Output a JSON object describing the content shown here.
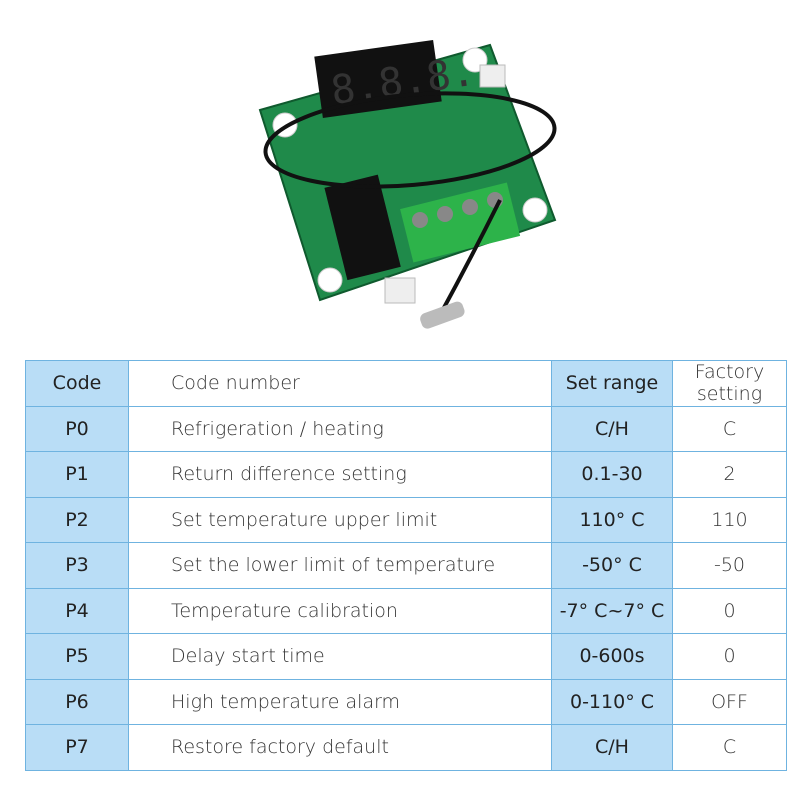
{
  "product_image": {
    "display_digits": "8.8.8.",
    "colors": {
      "pcb": "#1f8a4a",
      "terminal": "#2db34a"
    }
  },
  "table": {
    "header": {
      "code": "Code",
      "description": "Code number",
      "range": "Set range",
      "factory": "Factory setting"
    },
    "rows": [
      {
        "code": "P0",
        "description": "Refrigeration / heating",
        "range": "C/H",
        "factory": "C"
      },
      {
        "code": "P1",
        "description": "Return difference setting",
        "range": "0.1-30",
        "factory": "2"
      },
      {
        "code": "P2",
        "description": "Set temperature upper limit",
        "range": "110° C",
        "factory": "110"
      },
      {
        "code": "P3",
        "description": "Set the lower limit of temperature",
        "range": "-50° C",
        "factory": "-50"
      },
      {
        "code": "P4",
        "description": "Temperature calibration",
        "range": "-7° C~7° C",
        "factory": "0"
      },
      {
        "code": "P5",
        "description": "Delay start time",
        "range": "0-600s",
        "factory": "0"
      },
      {
        "code": "P6",
        "description": "High temperature alarm",
        "range": "0-110° C",
        "factory": "OFF"
      },
      {
        "code": "P7",
        "description": "Restore factory default",
        "range": "C/H",
        "factory": "C"
      }
    ]
  }
}
